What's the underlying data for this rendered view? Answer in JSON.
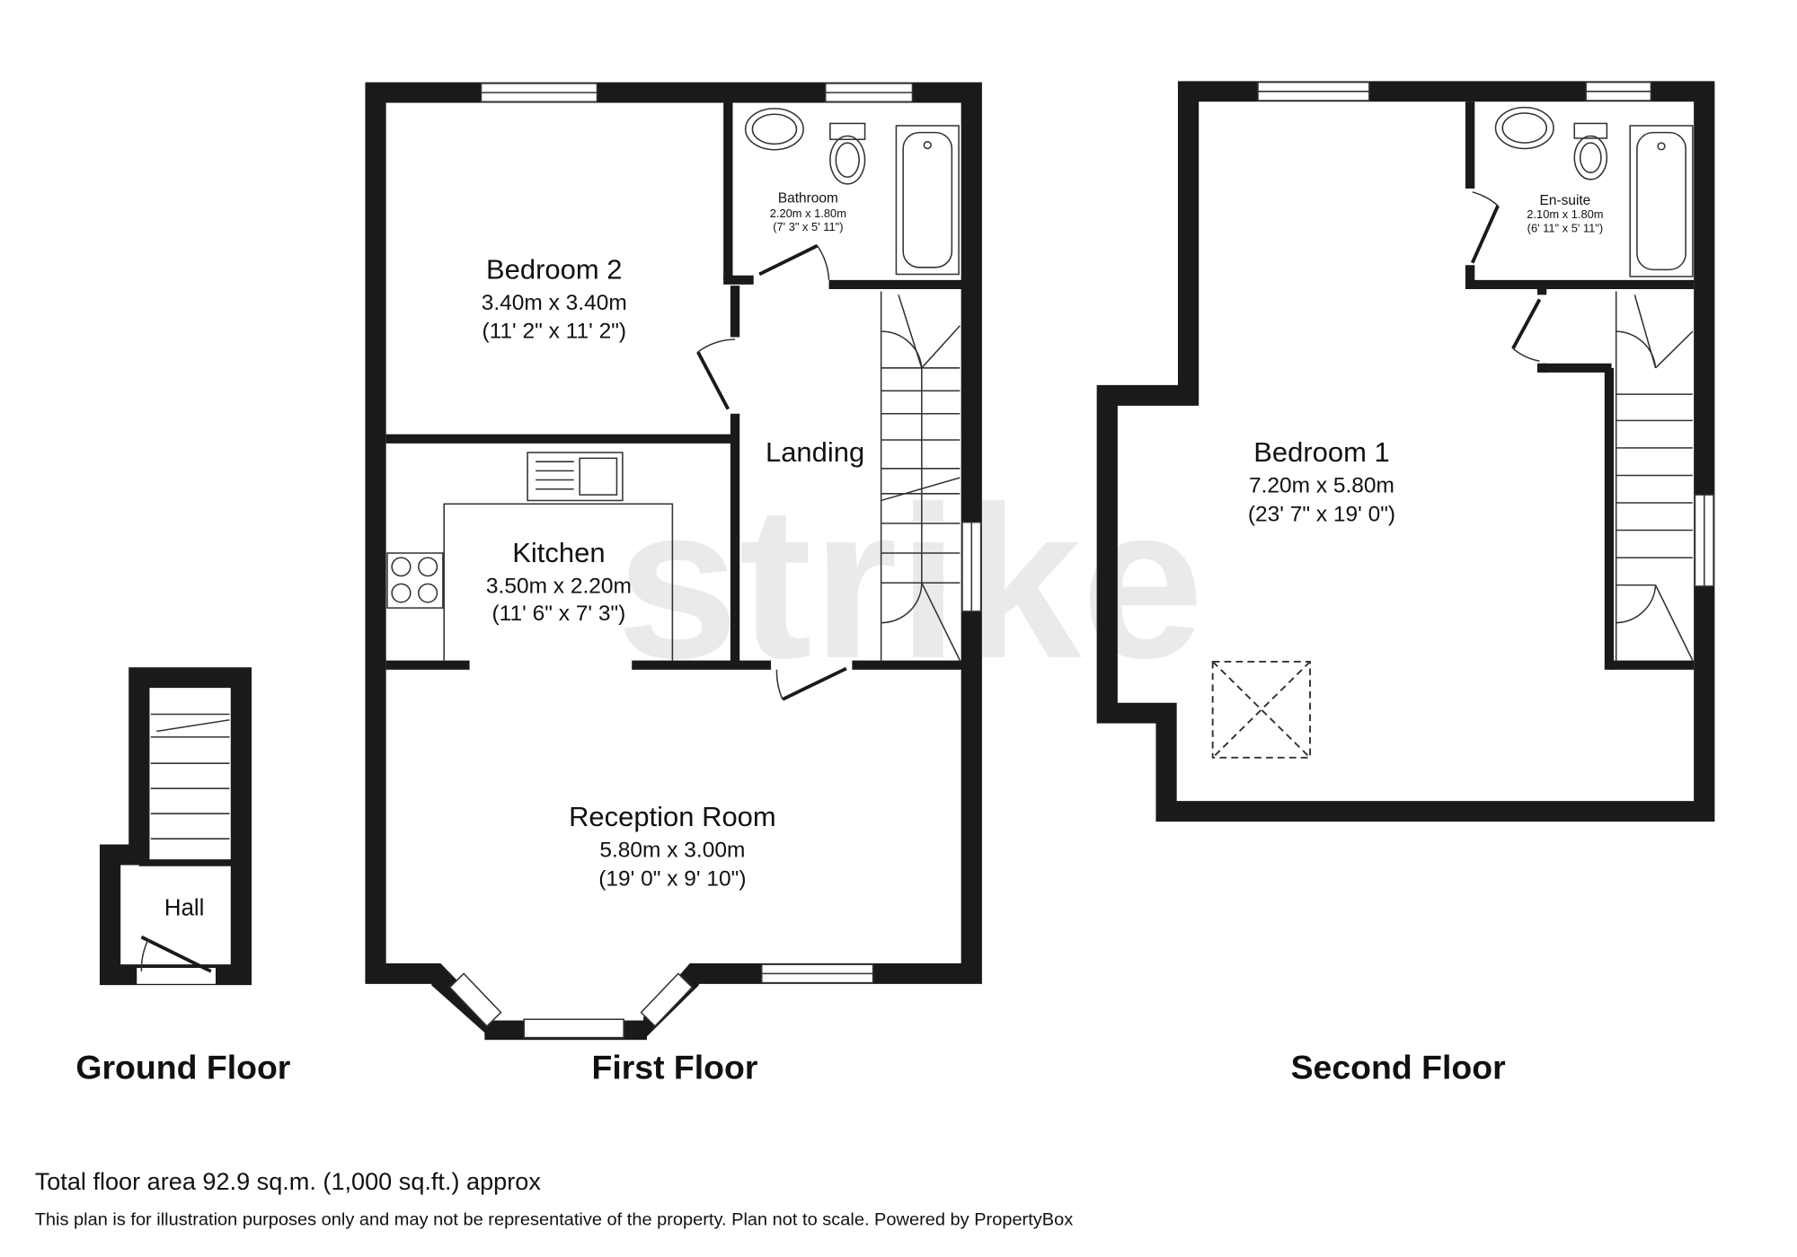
{
  "watermark": "strike",
  "floors": [
    {
      "label": "Ground Floor",
      "rooms": [
        {
          "name": "Hall"
        }
      ]
    },
    {
      "label": "First Floor",
      "rooms": [
        {
          "name": "Bedroom 2",
          "metric": "3.40m x 3.40m",
          "imperial": "(11' 2\" x 11' 2\")"
        },
        {
          "name": "Bathroom",
          "metric": "2.20m x 1.80m",
          "imperial": "(7' 3\" x 5' 11\")"
        },
        {
          "name": "Landing"
        },
        {
          "name": "Kitchen",
          "metric": "3.50m x 2.20m",
          "imperial": "(11' 6\" x 7' 3\")"
        },
        {
          "name": "Reception Room",
          "metric": "5.80m x 3.00m",
          "imperial": "(19' 0\" x 9' 10\")"
        }
      ]
    },
    {
      "label": "Second Floor",
      "rooms": [
        {
          "name": "Bedroom 1",
          "metric": "7.20m x 5.80m",
          "imperial": "(23' 7\" x 19' 0\")"
        },
        {
          "name": "En-suite",
          "metric": "2.10m x 1.80m",
          "imperial": "(6' 11\" x 5' 11\")"
        }
      ]
    }
  ],
  "footer": {
    "total_area": "Total floor area 92.9 sq.m. (1,000 sq.ft.) approx",
    "disclaimer": "This plan is for illustration purposes only and may not be representative of the property. Plan not to scale. Powered by PropertyBox"
  }
}
